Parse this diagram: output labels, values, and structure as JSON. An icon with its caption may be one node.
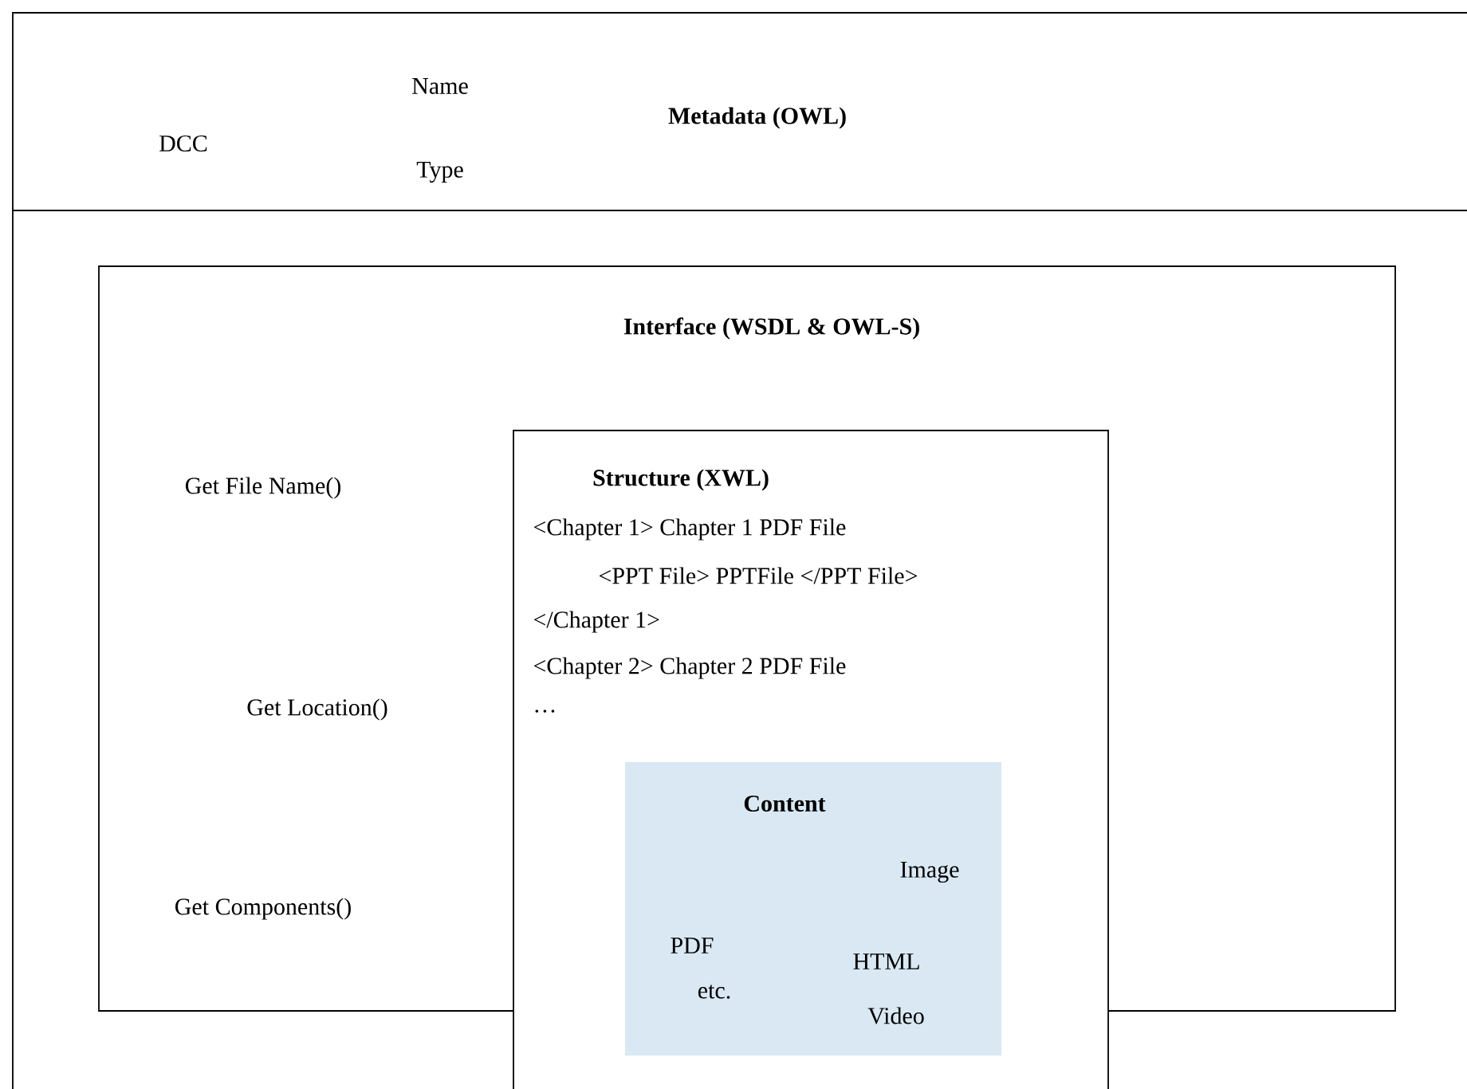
{
  "diagram": {
    "nodes": [
      {
        "text": [
          "DCC",
          "Name",
          "Type",
          "Metadata (OWL)"
        ]
      },
      {
        "text": [
          "Interface (WSDL & OWL-S)",
          "Get File Name()",
          "Get Location()",
          "Get Components()"
        ],
        "in": 0
      },
      {
        "text": [
          "Structure (XWL)",
          "<Chapter 1> Chapter 1 PDF File",
          "<PPT File> PPTFile </PPT File>",
          "</Chapter 1>",
          "<Chapter 2> Chapter 2 PDF File",
          "…"
        ],
        "in": 0
      },
      {
        "text": [
          "Content",
          "PDF",
          "Image",
          "etc.",
          "HTML",
          "Video"
        ],
        "in": 2
      }
    ]
  }
}
